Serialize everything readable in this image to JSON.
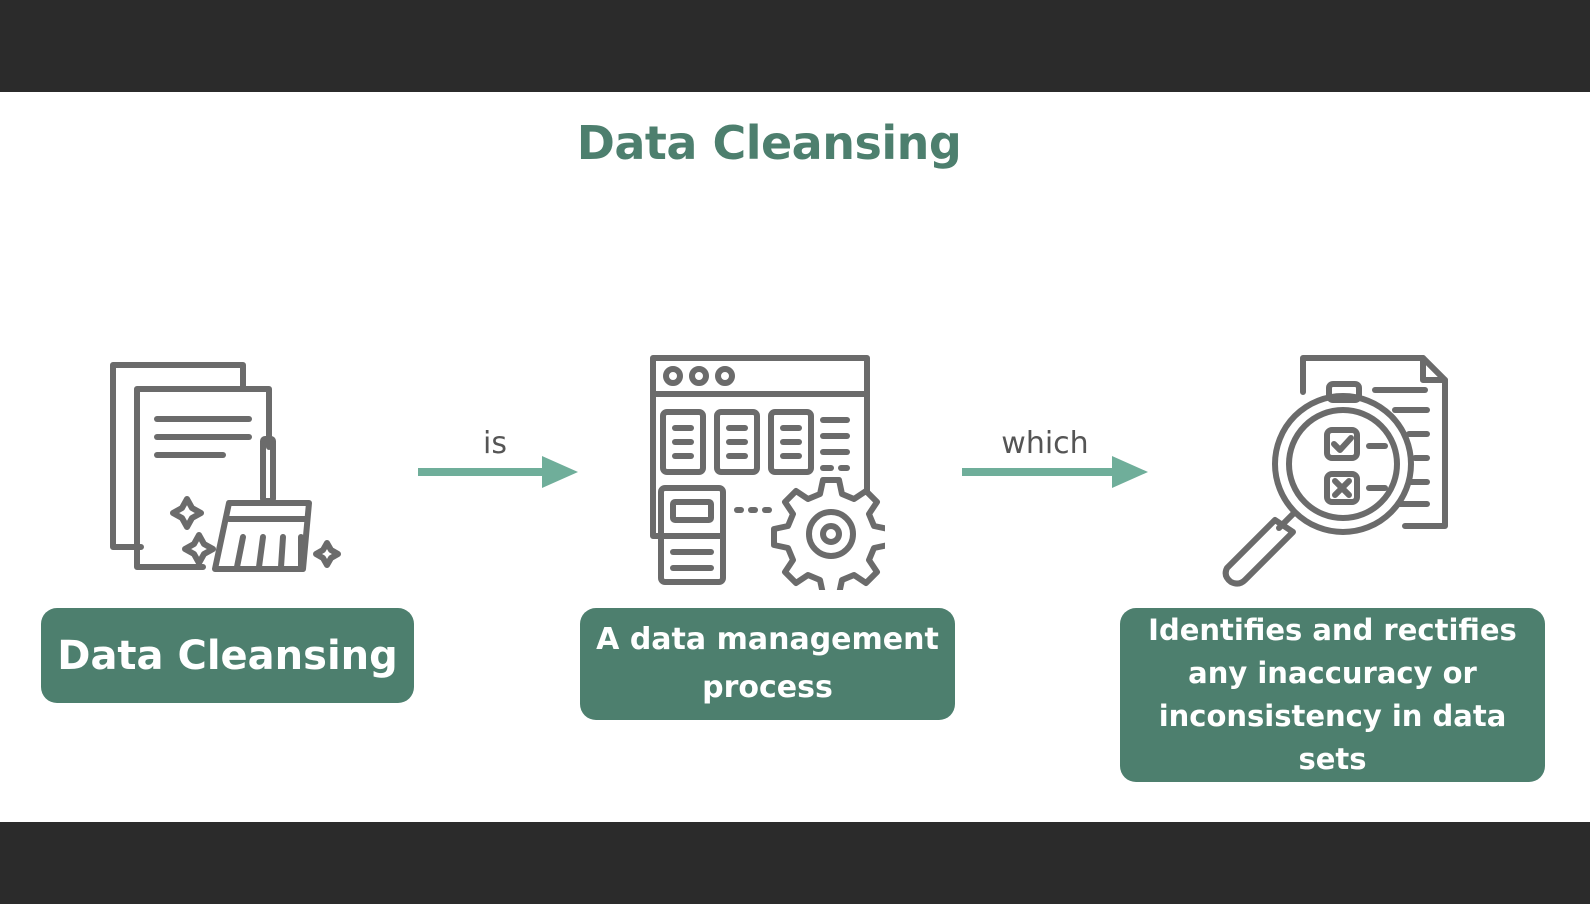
{
  "title": "Data Cleansing",
  "steps": [
    {
      "label": "Data Cleansing",
      "icon": "broom-documents-icon"
    },
    {
      "label": "A data management process",
      "icon": "data-management-gear-icon"
    },
    {
      "label": "Identifies and rectifies any inaccuracy or inconsistency in data sets",
      "icon": "magnifier-checklist-icon"
    }
  ],
  "connectors": [
    {
      "label": "is"
    },
    {
      "label": "which"
    }
  ],
  "colors": {
    "accent": "#4d7f6e",
    "arrow": "#6fae9a",
    "icon_stroke": "#6b6b6b",
    "frame": "#2b2b2b"
  }
}
